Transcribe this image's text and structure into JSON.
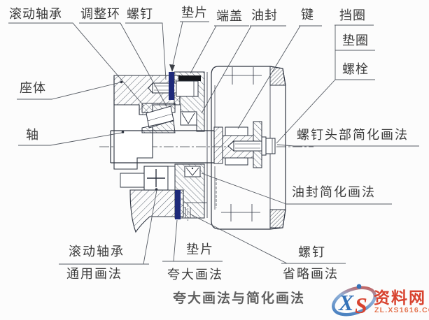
{
  "caption": "夸大画法与简化画法",
  "parts": {
    "rolling_bearing": "滚动轴承",
    "adjust_ring": "调整环",
    "screw": "螺钉",
    "shim": "垫片",
    "end_cover": "端盖",
    "oil_seal": "油封",
    "key": "键",
    "retaining_ring": "挡圈",
    "washer": "垫圈",
    "bolt": "螺栓",
    "housing": "座体",
    "shaft": "轴"
  },
  "notes": {
    "screw_head_simplified": "螺钉头部简化画法",
    "oil_seal_simplified": "油封简化画法",
    "bearing_general_line1": "滚动轴承",
    "bearing_general_line2": "通用画法",
    "shim_exaggerated_line1": "垫片",
    "shim_exaggerated_line2": "夸大画法",
    "screw_omitted_line1": "螺钉",
    "screw_omitted_line2": "省略画法"
  },
  "watermark": {
    "logo_x": "X",
    "logo_s": "S",
    "site_name": "资料网",
    "site_url": "ZL.XS1616.COM"
  },
  "colors": {
    "gasket_exaggerated_blue": "#1e2a7a",
    "drawing_line": "#2e3440",
    "watermark_red": "#d8432f",
    "watermark_blue": "#3573b9",
    "watermark_url_orange": "#e4734e"
  }
}
